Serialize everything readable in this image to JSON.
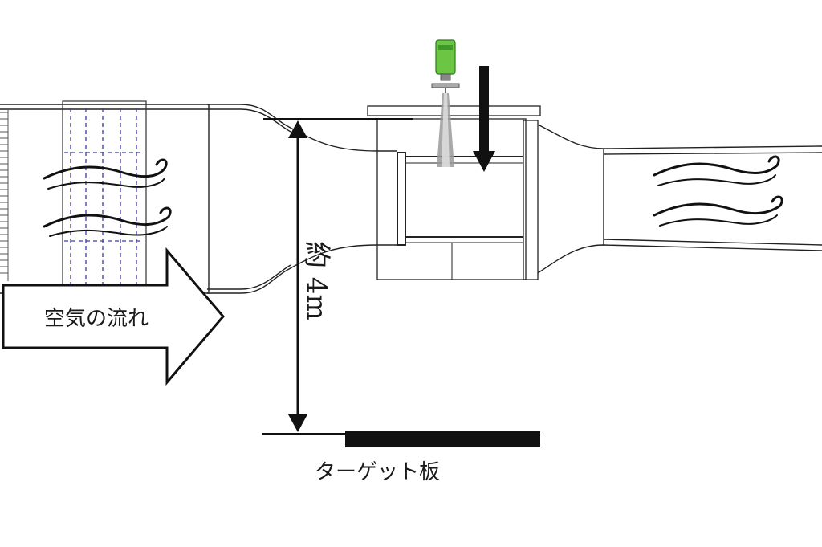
{
  "diagram": {
    "flow_label": "空気の流れ",
    "distance_label": "約 4m",
    "target_label": "ターゲット板",
    "colors": {
      "line": "#222222",
      "filter_dash": "#3a3aa8",
      "sensor_green": "#6cc644",
      "sensor_dark": "#2f7a1f",
      "cone": "#9a9a9a"
    },
    "icons": [
      "air-flow-swirl-icon",
      "radar-sensor-icon",
      "down-arrow-icon"
    ]
  }
}
